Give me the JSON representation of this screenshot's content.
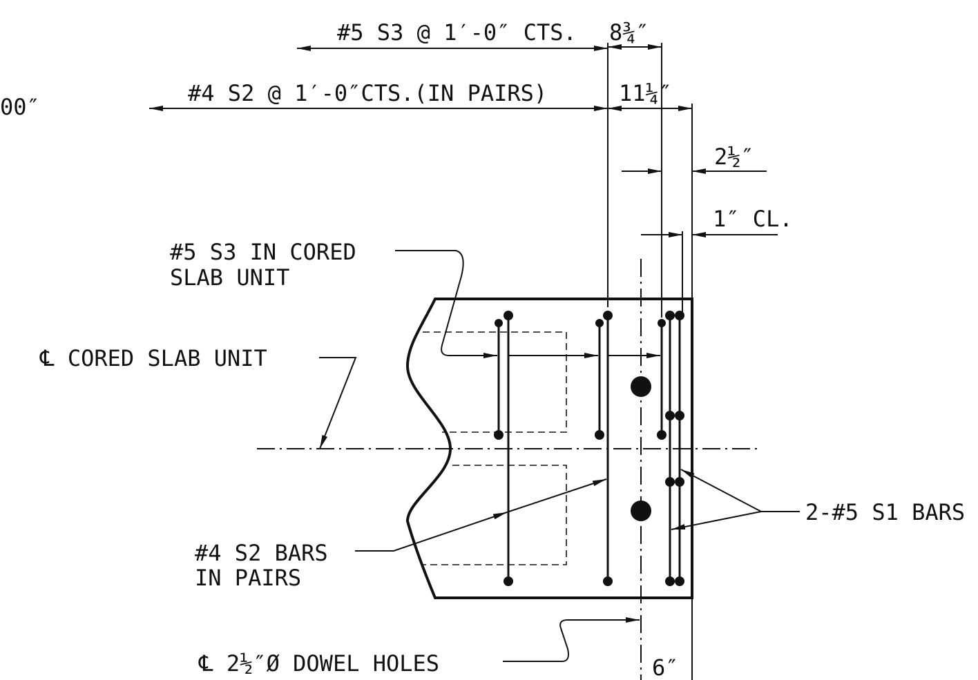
{
  "dimensions": {
    "s3_spacing": "#5 S3 @ 1′-0″ CTS.",
    "s3_offset": "8¾″",
    "s2_spacing": "#4 S2 @ 1′-0″CTS.(IN PAIRS)",
    "s2_offset": "11¼″",
    "cover": "2½″",
    "clear": "1″ CL.",
    "dowel_edge": "6″",
    "edge_fragment": "00″"
  },
  "labels": {
    "s3_in_slab_line1": "#5 S3 IN CORED",
    "s3_in_slab_line2": "SLAB UNIT",
    "centerline_slab": "℄ CORED SLAB UNIT",
    "s2_bars_line1": "#4 S2 BARS",
    "s2_bars_line2": "IN PAIRS",
    "s1_bars": "2-#5 S1 BARS",
    "dowel_holes": "℄ 2½″Ø DOWEL HOLES"
  }
}
